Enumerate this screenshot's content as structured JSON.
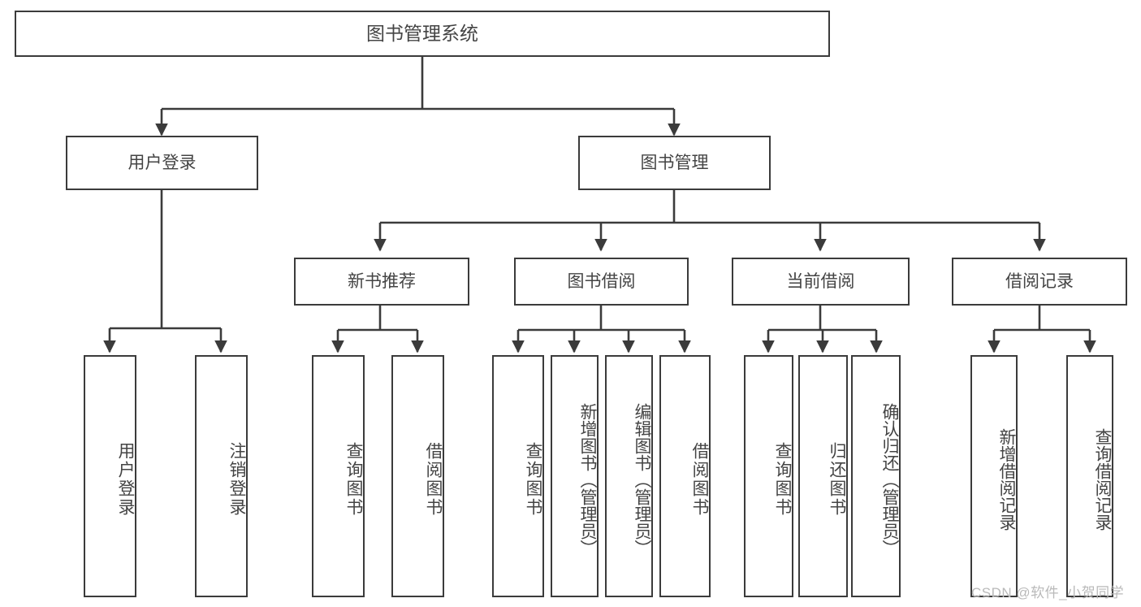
{
  "diagram": {
    "type": "tree-hierarchy",
    "title": "图书管理系统",
    "root": {
      "label": "图书管理系统"
    },
    "level2": [
      {
        "label": "用户登录"
      },
      {
        "label": "图书管理"
      }
    ],
    "level3": [
      {
        "label": "新书推荐"
      },
      {
        "label": "图书借阅"
      },
      {
        "label": "当前借阅"
      },
      {
        "label": "借阅记录"
      }
    ],
    "leaves": {
      "user_login": [
        {
          "label": "用户登录"
        },
        {
          "label": "注销登录"
        }
      ],
      "new_book_recommend": [
        {
          "label": "查询图书"
        },
        {
          "label": "借阅图书"
        }
      ],
      "book_borrow": [
        {
          "label": "查询图书"
        },
        {
          "label": "新增图书（管理员）"
        },
        {
          "label": "编辑图书（管理员）"
        },
        {
          "label": "借阅图书"
        }
      ],
      "current_borrow": [
        {
          "label": "查询图书"
        },
        {
          "label": "归还图书"
        },
        {
          "label": "确认归还（管理员）"
        }
      ],
      "borrow_record": [
        {
          "label": "新增借阅记录"
        },
        {
          "label": "查询借阅记录"
        }
      ]
    }
  },
  "watermark": {
    "text": "CSDN @软件_小贺同学"
  },
  "colors": {
    "border": "#3b3b3b",
    "text": "#444444",
    "background": "#ffffff",
    "watermark": "#b9b9b9"
  }
}
